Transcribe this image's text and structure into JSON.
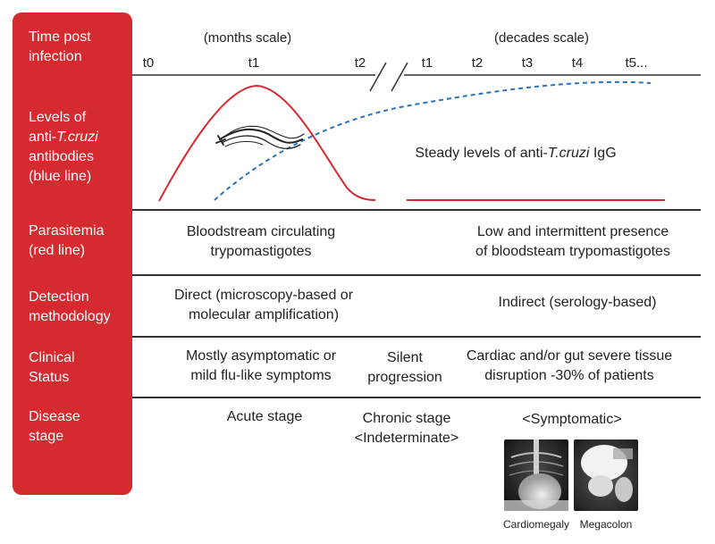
{
  "row_labels": {
    "time": [
      "Time post",
      "infection"
    ],
    "antibodies": [
      "Levels of",
      "anti-",
      "T.cruzi",
      "antibodies",
      "(blue line)"
    ],
    "parasitemia": [
      "Parasitemia",
      "(red line)"
    ],
    "detection": [
      "Detection",
      "methodology"
    ],
    "clinical": [
      "Clinical",
      "Status"
    ],
    "disease": [
      "Disease",
      "stage"
    ]
  },
  "time_axis": {
    "months_scale": "(months scale)",
    "decades_scale": "(decades scale)",
    "months_ticks": [
      "t0",
      "t1",
      "t2"
    ],
    "decades_ticks": [
      "t1",
      "t2",
      "t3",
      "t4",
      "t5..."
    ]
  },
  "antibodies": {
    "steady_prefix": "Steady levels of anti-",
    "steady_italic": "T.cruzi",
    "steady_suffix": " IgG"
  },
  "parasitemia": {
    "acute": [
      "Bloodstream circulating",
      "trypomastigotes"
    ],
    "chronic": [
      "Low and intermittent presence",
      "of bloodsteam trypomastigotes"
    ]
  },
  "detection": {
    "acute": [
      "Direct (microscopy-based or",
      "molecular amplification)"
    ],
    "chronic": "Indirect (serology-based)"
  },
  "clinical": {
    "acute": [
      "Mostly asymptomatic or",
      "mild flu-like symptoms"
    ],
    "silent": [
      "Silent",
      "progression"
    ],
    "severe": [
      "Cardiac and/or gut severe tissue",
      "disruption -30% of patients"
    ]
  },
  "disease_stage": {
    "acute": "Acute stage",
    "chronic": [
      "Chronic stage",
      "<Indeterminate>"
    ],
    "symptomatic": "<Symptomatic>",
    "image_captions": [
      "Cardiomegaly",
      "Megacolon"
    ]
  },
  "colors": {
    "sidebar": "#d42a30",
    "parasitemia_line": "#d42a30",
    "antibody_line": "#2b72b9",
    "divider": "#333333"
  },
  "icons": [
    "trypanosome-icon",
    "cardiomegaly-xray-icon",
    "megacolon-xray-icon"
  ]
}
